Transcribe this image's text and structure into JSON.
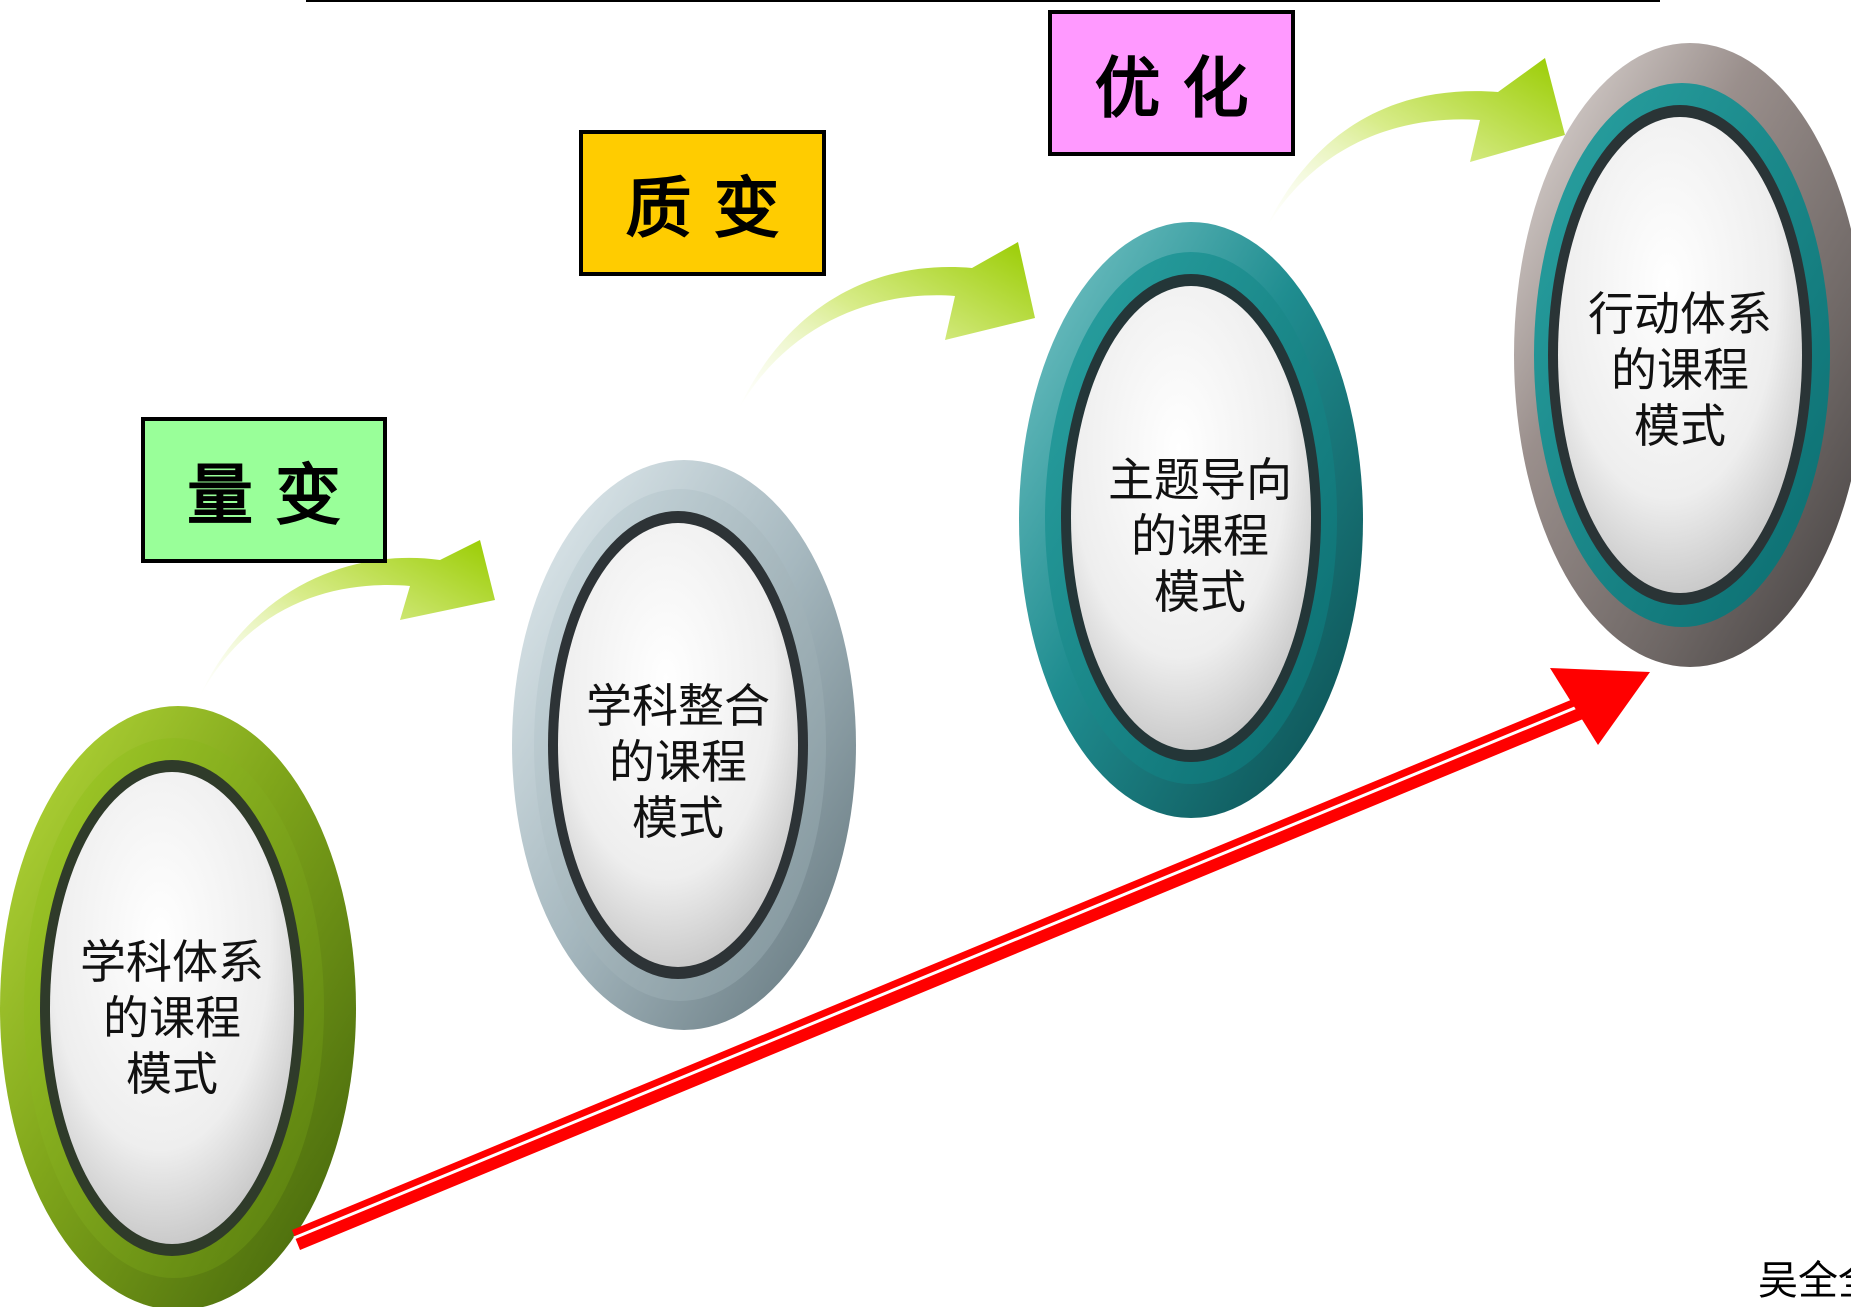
{
  "stages": [
    {
      "label": "量变",
      "color": "#99ff99"
    },
    {
      "label": "质变",
      "color": "#ffcc00"
    },
    {
      "label": "优化",
      "color": "#ff99ff"
    }
  ],
  "nodes": [
    {
      "lines": [
        "学科体系",
        "的课程",
        "模式"
      ],
      "theme": "green"
    },
    {
      "lines": [
        "学科整合",
        "的课程",
        "模式"
      ],
      "theme": "silver"
    },
    {
      "lines": [
        "主题导向",
        "的课程",
        "模式"
      ],
      "theme": "teal"
    },
    {
      "lines": [
        "行动体系",
        "的课程",
        "模式"
      ],
      "theme": "teal-grey"
    }
  ],
  "author": "吴全全",
  "colors": {
    "trend_arrow": "#ff0000",
    "step_arrow": "#99cc00"
  }
}
